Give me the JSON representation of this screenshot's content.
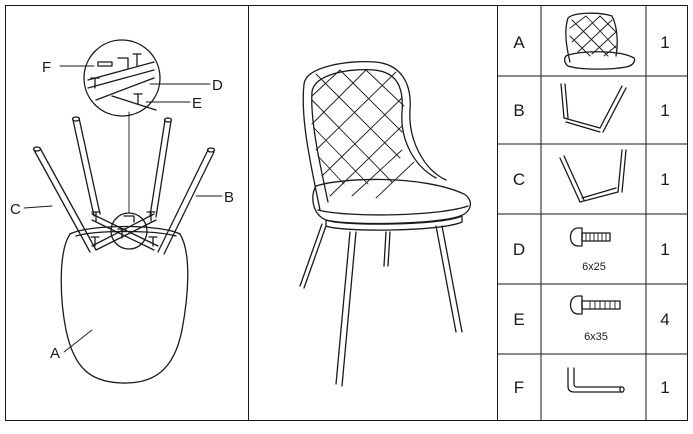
{
  "assembly": {
    "callouts": {
      "a": "A",
      "b": "B",
      "c": "C",
      "d": "D",
      "e": "E",
      "f": "F"
    }
  },
  "parts_table": {
    "rows": [
      {
        "letter": "A",
        "name": "seat-shell",
        "size": "",
        "qty": "1"
      },
      {
        "letter": "B",
        "name": "leg-frame",
        "size": "",
        "qty": "1"
      },
      {
        "letter": "C",
        "name": "leg-frame",
        "size": "",
        "qty": "1"
      },
      {
        "letter": "D",
        "name": "bolt",
        "size": "6x25",
        "qty": "1"
      },
      {
        "letter": "E",
        "name": "bolt",
        "size": "6x35",
        "qty": "4"
      },
      {
        "letter": "F",
        "name": "allen-key",
        "size": "",
        "qty": "1"
      }
    ]
  },
  "colors": {
    "line": "#1a1a1a",
    "background": "#ffffff"
  }
}
